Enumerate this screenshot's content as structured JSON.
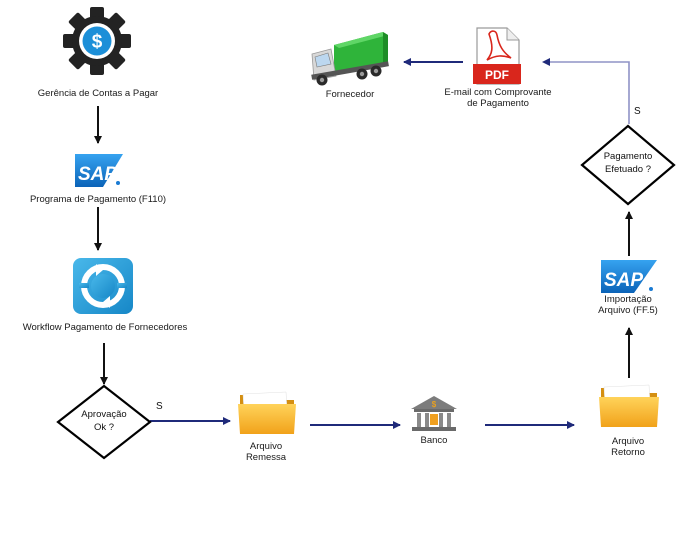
{
  "nodes": {
    "gerencia": {
      "label": "Gerência de Contas a Pagar",
      "icon": "dollar-gear-icon"
    },
    "programa": {
      "label": "Programa de Pagamento (F110)",
      "icon": "sap-logo-icon",
      "logo_text": "SAP"
    },
    "workflow": {
      "label": "Workflow Pagamento de Fornecedores",
      "icon": "workflow-cycle-icon"
    },
    "aprovacao": {
      "line1": "Aprovação",
      "line2": "Ok ?"
    },
    "remessa": {
      "line1": "Arquivo",
      "line2": "Remessa",
      "icon": "folder-icon"
    },
    "banco": {
      "label": "Banco",
      "icon": "bank-icon"
    },
    "retorno": {
      "line1": "Arquivo",
      "line2": "Retorno",
      "icon": "folder-icon"
    },
    "importacao": {
      "line1": "Importação",
      "line2": "Arquivo (FF.5)",
      "icon": "sap-logo-icon",
      "logo_text": "SAP"
    },
    "pagamento": {
      "line1": "Pagamento",
      "line2": "Efetuado ?"
    },
    "email": {
      "line1": "E-mail com Comprovante",
      "line2": "de Pagamento",
      "icon": "pdf-document-icon",
      "pdf_text": "PDF"
    },
    "fornecedor": {
      "label": "Fornecedor",
      "icon": "truck-icon"
    }
  },
  "edges": {
    "aprovacao_yes": "S",
    "pagamento_yes": "S"
  },
  "colors": {
    "arrow_black": "#111111",
    "arrow_navy": "#1f2a7a",
    "arrow_lavender": "#8f93c6",
    "folder": "#f5b223",
    "sap_blue": "#1a7bd3",
    "workflow_blue": "#1c9ad6",
    "truck_green": "#2fb43a",
    "pdf_red": "#d9261c"
  }
}
